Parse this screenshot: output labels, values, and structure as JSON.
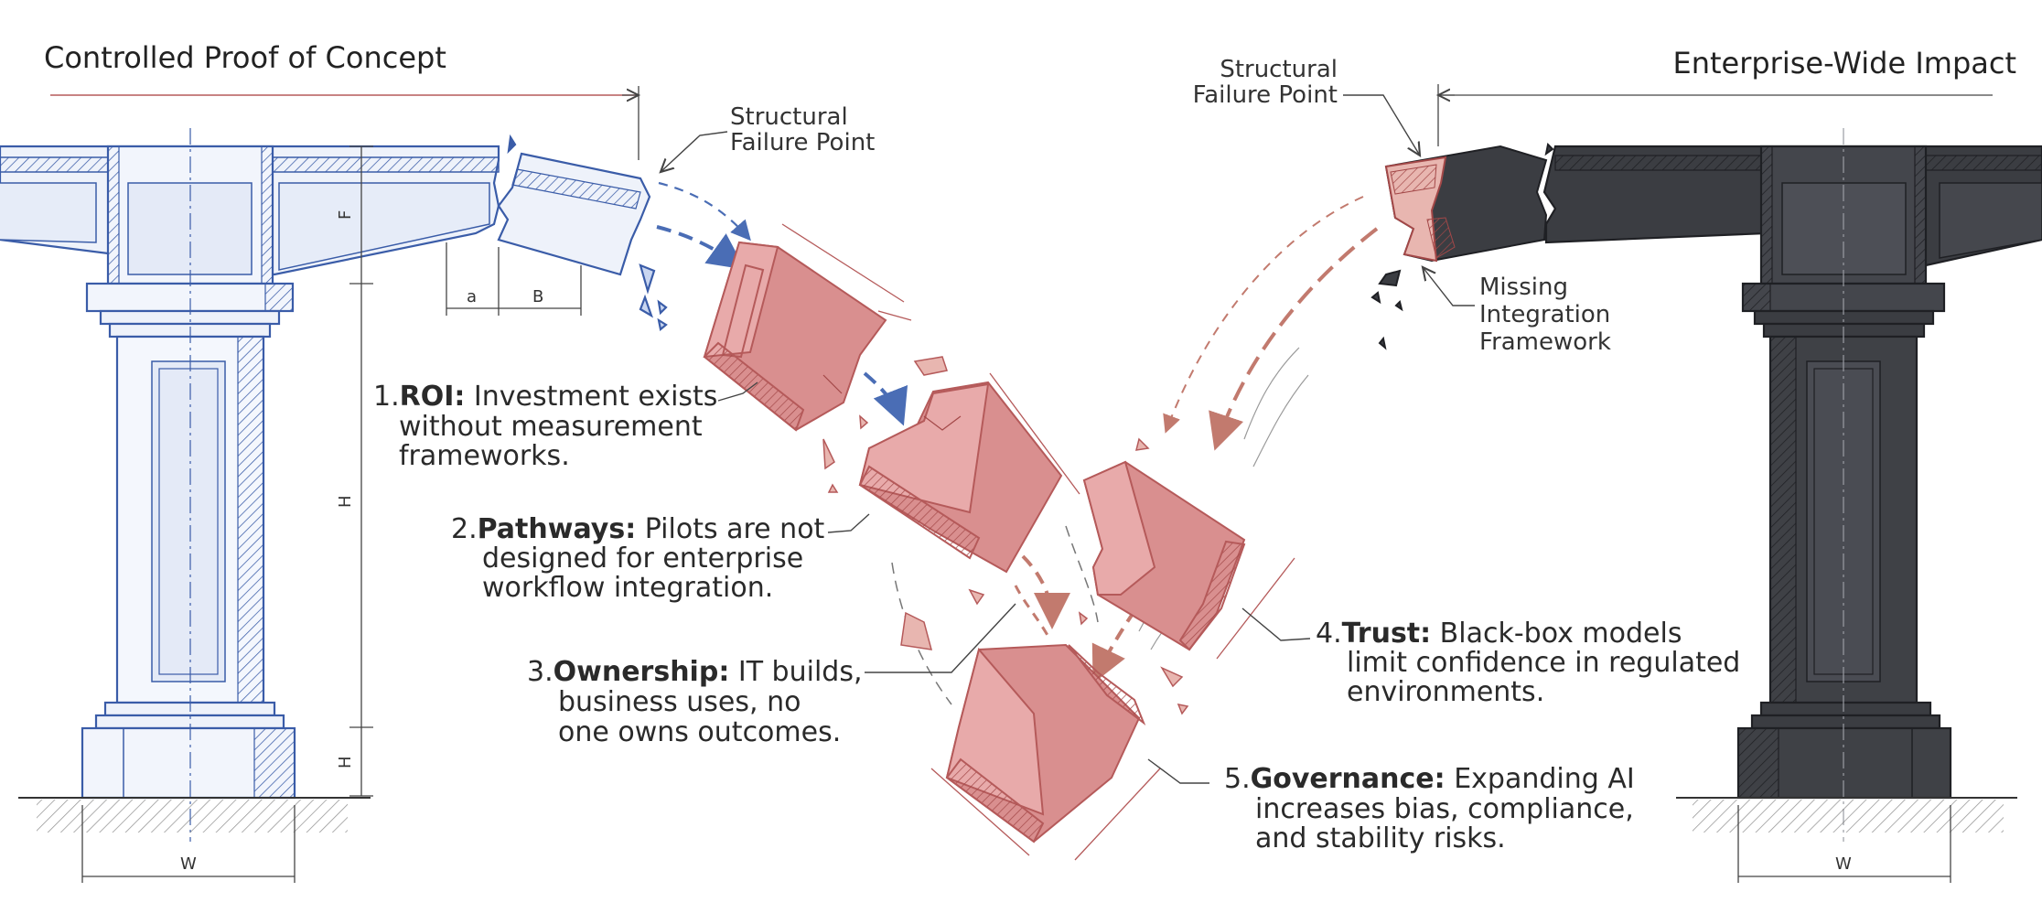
{
  "left_title": "Controlled Proof of Concept",
  "right_title": "Enterprise-Wide Impact",
  "left_callout": [
    "Structural",
    "Failure Point"
  ],
  "right_callout": [
    "Structural",
    "Failure Point"
  ],
  "missing_callout": [
    "Missing",
    "Integration",
    "Framework"
  ],
  "dimension_labels": {
    "a": "a",
    "b": "B",
    "f": "F",
    "h_main": "H",
    "h_base": "H",
    "w_left": "W",
    "w_right": "W"
  },
  "items": [
    {
      "num": "1.",
      "bold": "ROI:",
      "lines": [
        " Investment exists",
        "without measurement",
        "frameworks."
      ]
    },
    {
      "num": "2.",
      "bold": "Pathways:",
      "lines": [
        " Pilots are not",
        "designed for enterprise",
        "workflow integration."
      ]
    },
    {
      "num": "3.",
      "bold": "Ownership:",
      "lines": [
        " IT builds,",
        "business uses, no",
        "one owns outcomes."
      ]
    },
    {
      "num": "4.",
      "bold": "Trust:",
      "lines": [
        " Black-box models",
        "limit confidence in regulated",
        "environments."
      ]
    },
    {
      "num": "5.",
      "bold": "Governance:",
      "lines": [
        " Expanding AI",
        "increases bias, compliance,",
        "and stability risks."
      ]
    }
  ],
  "colors": {
    "blueprint": "#3a5ca8",
    "blueprint_fill": "#eef2fa",
    "dark": "#3b3d42",
    "dark_stroke": "#1f2024",
    "block_fill": "#d98f8f",
    "block_stroke": "#b55a5a"
  }
}
